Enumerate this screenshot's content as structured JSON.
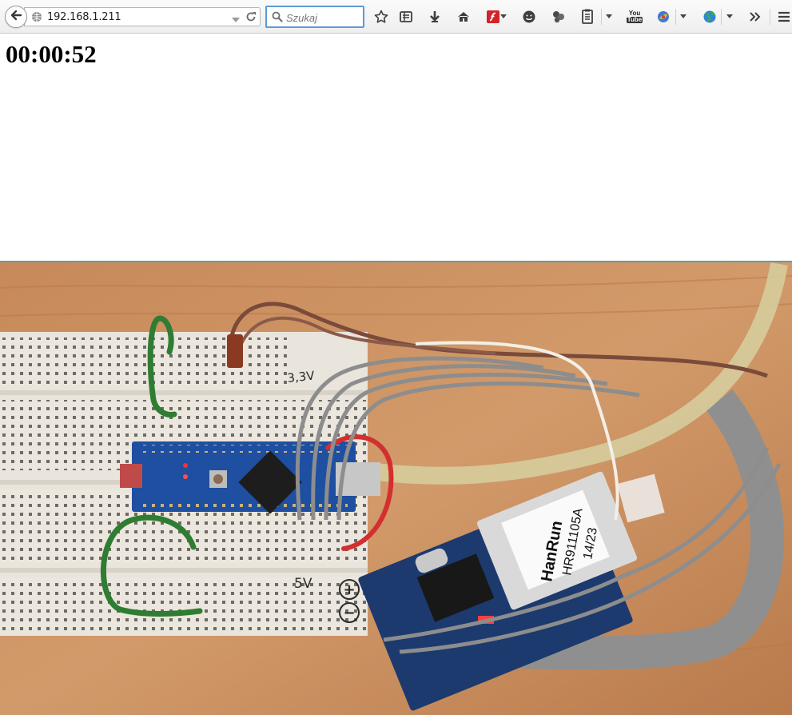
{
  "browser": {
    "address_bar": {
      "url": "192.168.1.211"
    },
    "search": {
      "placeholder": "Szukaj"
    },
    "toolbar_icons": [
      "back-icon",
      "globe-icon",
      "dropdown-arrow-icon",
      "reload-icon",
      "search-icon",
      "bookmark-star-icon",
      "reading-list-icon",
      "download-icon",
      "home-icon",
      "flash-icon",
      "smiley-icon",
      "cookie-icon",
      "clipboard-icon",
      "youtube-icon",
      "extension-icon",
      "earth-icon",
      "overflow-icon",
      "menu-icon"
    ],
    "youtube_icon_text": {
      "line1": "You",
      "line2": "Tube"
    }
  },
  "page": {
    "timer": "00:00:52"
  },
  "photo": {
    "subject": "breadboard-arduino-ethernet-module",
    "labels": {
      "voltage_33": "3,3V",
      "voltage_5": "5V",
      "plus": "+",
      "minus": "−",
      "module_brand": "HanRun",
      "module_part": "HR911105A",
      "module_date": "14/23"
    },
    "colors": {
      "table": "#c88c5c",
      "breadboard": "#e9e4dc",
      "arduino_pcb": "#1e4fa0",
      "enc_pcb": "#1c3a6e",
      "wire_green": "#2e7d32",
      "wire_red": "#d32f2f",
      "wire_gray": "#8d8d8d",
      "usb_cable": "#d8cfa0"
    }
  }
}
